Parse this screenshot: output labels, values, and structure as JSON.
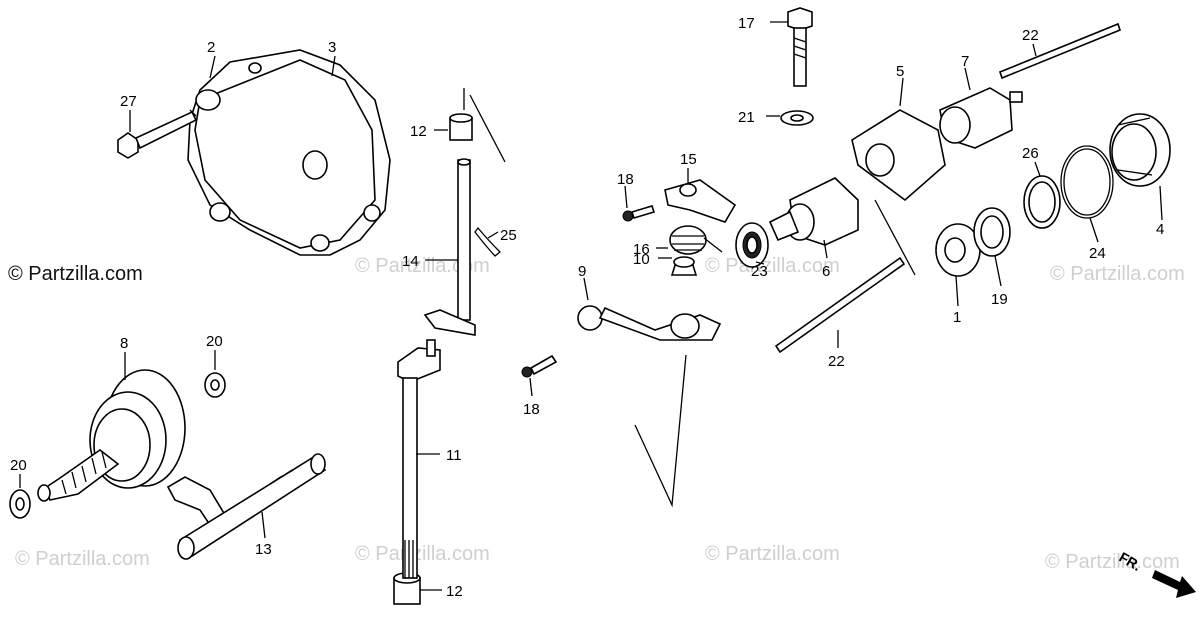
{
  "watermarks": {
    "main": "© Partzilla.com",
    "faint": "© Partzilla.com"
  },
  "fr_marker": "FR.",
  "callouts": {
    "c1": "1",
    "c2": "2",
    "c3": "3",
    "c4": "4",
    "c5": "5",
    "c6": "6",
    "c7": "7",
    "c8": "8",
    "c9": "9",
    "c10": "10",
    "c11": "11",
    "c12a": "12",
    "c12b": "12",
    "c13": "13",
    "c14": "14",
    "c15": "15",
    "c16": "16",
    "c17": "17",
    "c18a": "18",
    "c18b": "18",
    "c19": "19",
    "c20a": "20",
    "c20b": "20",
    "c21": "21",
    "c22a": "22",
    "c22b": "22",
    "c23": "23",
    "c24": "24",
    "c25": "25",
    "c26": "26",
    "c27": "27"
  }
}
